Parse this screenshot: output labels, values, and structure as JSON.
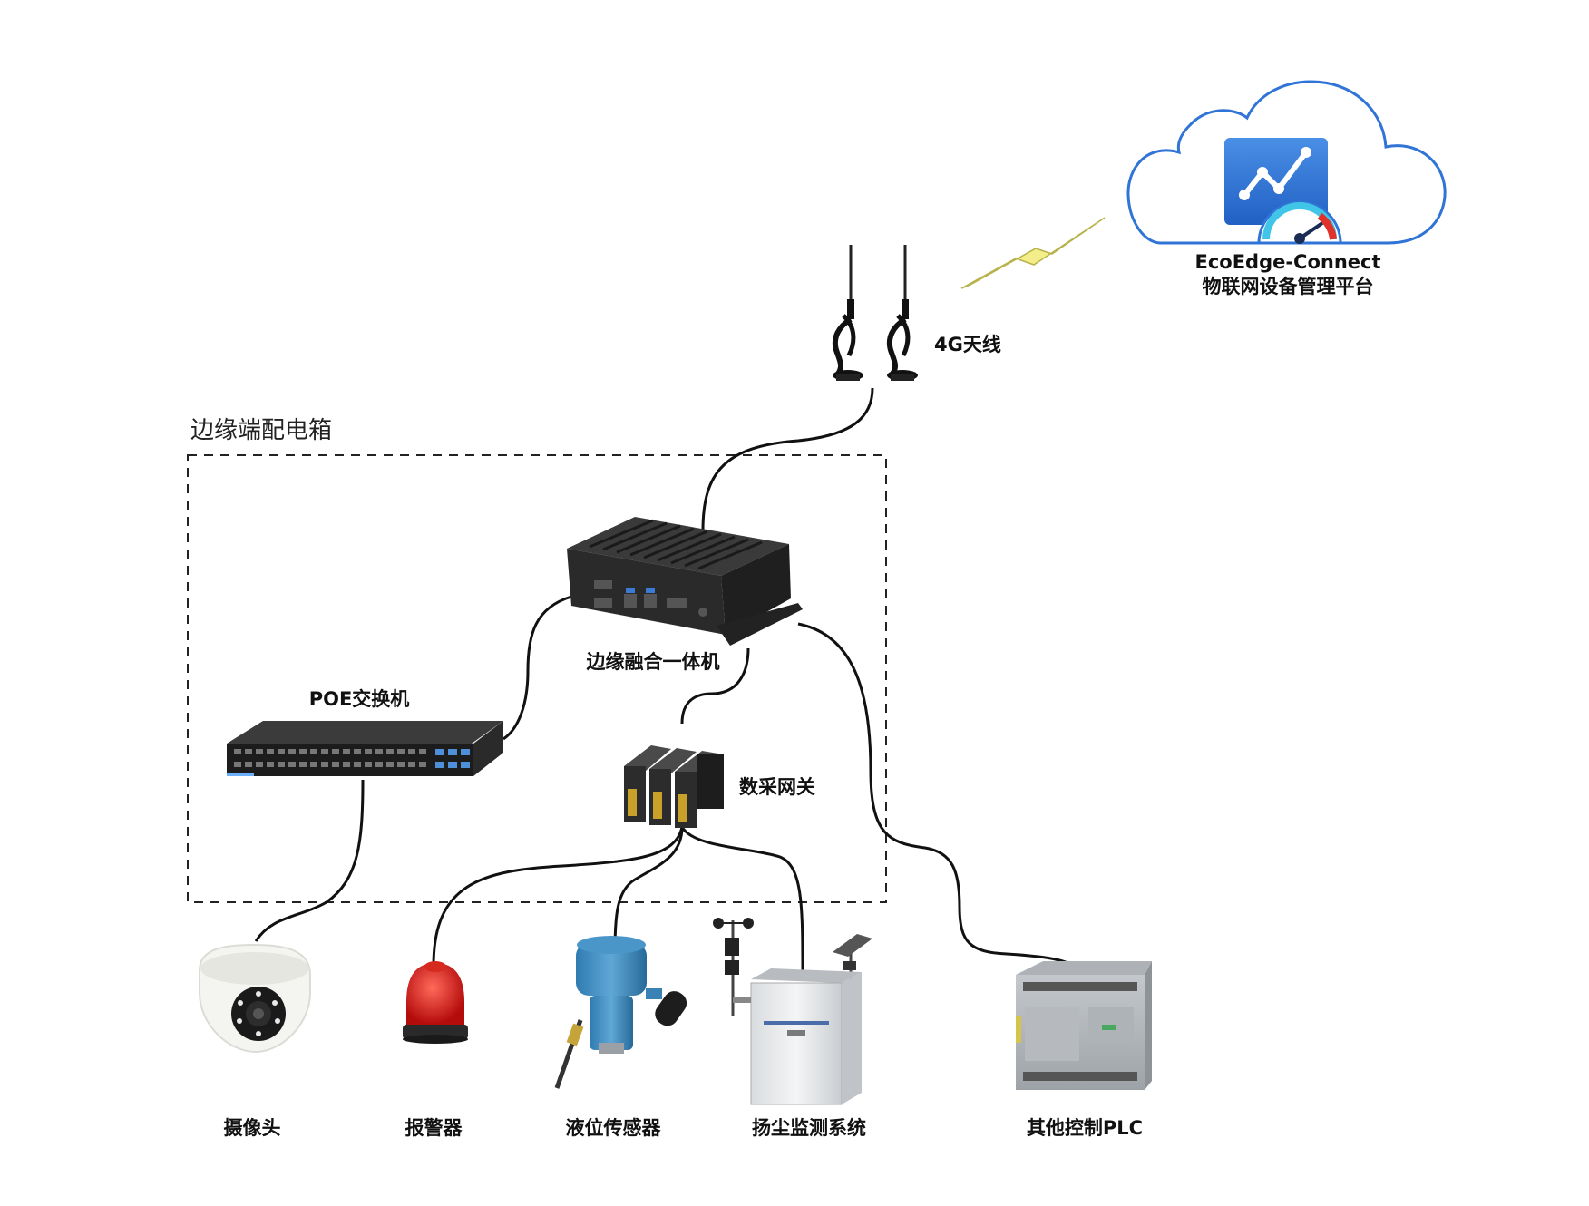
{
  "cloud": {
    "title": "EcoEdge-Connect",
    "subtitle": "物联网设备管理平台",
    "icon": "chart-gauge-icon",
    "icon_color": "#2f74d6",
    "outline_color": "#2f74d6"
  },
  "antenna": {
    "label": "4G天线",
    "icon": "antenna-icon"
  },
  "edge_box": {
    "label": "边缘端配电箱"
  },
  "edge_computer": {
    "label": "边缘融合一体机",
    "icon": "fanless-pc-icon"
  },
  "poe_switch": {
    "label": "POE交换机",
    "icon": "switch-icon"
  },
  "gateway": {
    "label": "数采网关",
    "icon": "din-gateway-icon"
  },
  "devices": [
    {
      "label": "摄像头",
      "icon": "dome-camera-icon"
    },
    {
      "label": "报警器",
      "icon": "alarm-light-icon"
    },
    {
      "label": "液位传感器",
      "icon": "level-sensor-icon"
    },
    {
      "label": "扬尘监测系统",
      "icon": "dust-monitor-icon"
    },
    {
      "label": "其他控制PLC",
      "icon": "plc-icon"
    }
  ],
  "colors": {
    "wire": "#111111",
    "lightning_fill": "#f3ee8a",
    "lightning_stroke": "#b8b24a"
  }
}
